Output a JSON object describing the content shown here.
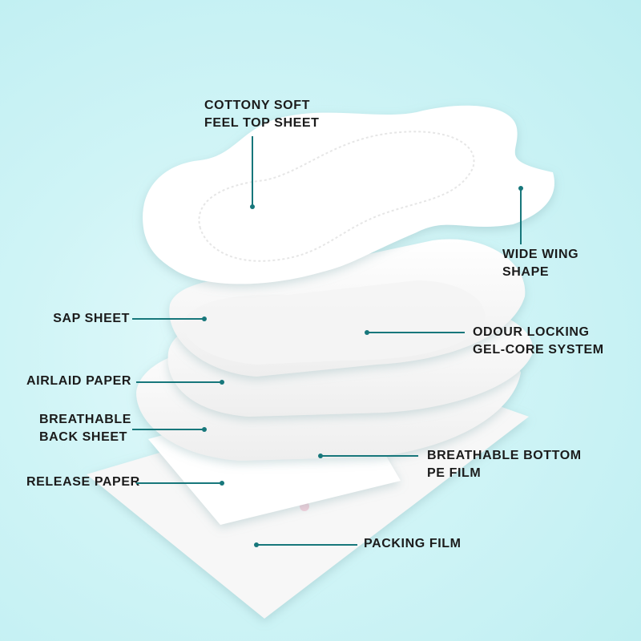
{
  "labels": {
    "top_sheet": [
      "COTTONY SOFT",
      "FEEL TOP SHEET"
    ],
    "wide_wing": [
      "WIDE WING",
      "SHAPE"
    ],
    "sap_sheet": "SAP SHEET",
    "odour_locking": [
      "ODOUR LOCKING",
      "GEL-CORE SYSTEM"
    ],
    "airlaid_paper": "AIRLAID PAPER",
    "breathable_back_sheet": [
      "BREATHABLE",
      "BACK SHEET"
    ],
    "breathable_bottom": [
      "BREATHABLE BOTTOM",
      "PE FILM"
    ],
    "release_paper": "RELEASE PAPER",
    "packing_film": "PACKING FILM"
  },
  "colors": {
    "leader": "#17777b",
    "background": "#c4f0f2",
    "print": "#f2c6d4"
  }
}
